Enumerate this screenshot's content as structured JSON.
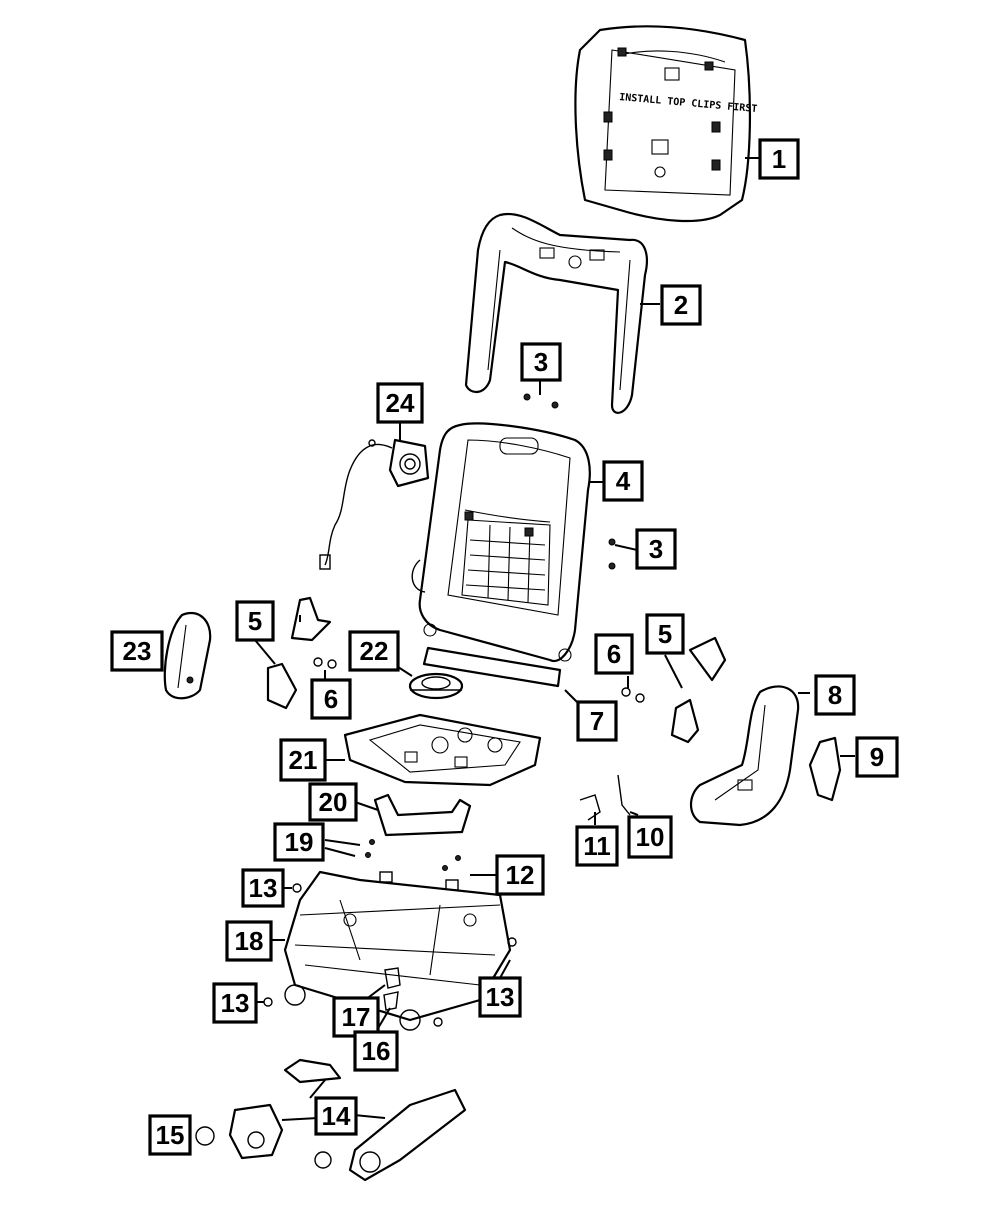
{
  "panel_label": "INSTALL TOP CLIPS FIRST",
  "callouts": [
    {
      "id": "c1",
      "label": "1"
    },
    {
      "id": "c2",
      "label": "2"
    },
    {
      "id": "c3a",
      "label": "3"
    },
    {
      "id": "c24",
      "label": "24"
    },
    {
      "id": "c4",
      "label": "4"
    },
    {
      "id": "c3b",
      "label": "3"
    },
    {
      "id": "c5a",
      "label": "5"
    },
    {
      "id": "c5b",
      "label": "5"
    },
    {
      "id": "c23",
      "label": "23"
    },
    {
      "id": "c22",
      "label": "22"
    },
    {
      "id": "c6a",
      "label": "6"
    },
    {
      "id": "c6b",
      "label": "6"
    },
    {
      "id": "c8",
      "label": "8"
    },
    {
      "id": "c7",
      "label": "7"
    },
    {
      "id": "c21",
      "label": "21"
    },
    {
      "id": "c9",
      "label": "9"
    },
    {
      "id": "c20",
      "label": "20"
    },
    {
      "id": "c19",
      "label": "19"
    },
    {
      "id": "c11",
      "label": "11"
    },
    {
      "id": "c10",
      "label": "10"
    },
    {
      "id": "c12",
      "label": "12"
    },
    {
      "id": "c13a",
      "label": "13"
    },
    {
      "id": "c18",
      "label": "18"
    },
    {
      "id": "c13b",
      "label": "13"
    },
    {
      "id": "c13c",
      "label": "13"
    },
    {
      "id": "c17",
      "label": "17"
    },
    {
      "id": "c16",
      "label": "16"
    },
    {
      "id": "c14",
      "label": "14"
    },
    {
      "id": "c15",
      "label": "15"
    }
  ]
}
